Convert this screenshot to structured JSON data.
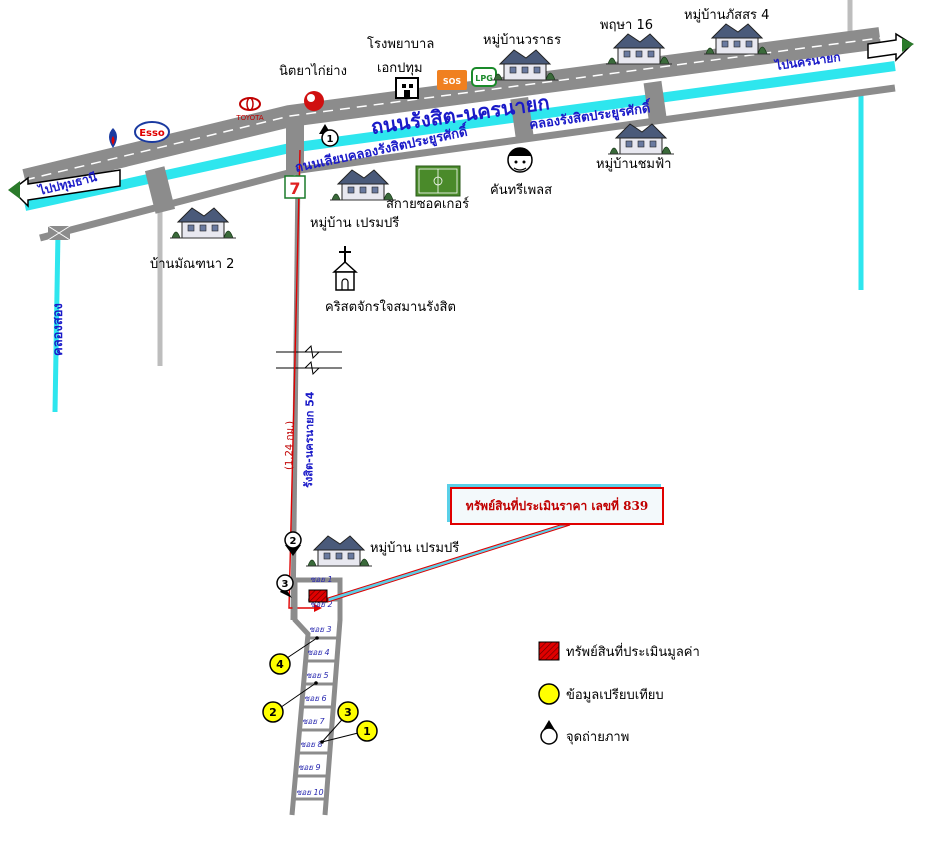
{
  "roads": {
    "main_road": "ถนนรังสิต-นครนายก",
    "frontage_road": "ถนนเลียบคลองรังสิตประยูรศักดิ์",
    "canal_main": "คลองรังสิตประยูรศักดิ์",
    "canal_song": "คลองสอง",
    "soi_54": "รังสิต-นครนายก 54",
    "distance": "(1.24 กม.)",
    "to_pathum": "ไปปทุมธานี",
    "to_nakhon": "ไปนครนายก"
  },
  "landmarks": {
    "hospital": "โรงพยาบาล",
    "hospital_name": "เอกปทุม",
    "nittaya": "นิตยาไก่ย่าง",
    "toyota": "TOYOTA",
    "esso": "Esso",
    "sos": "SOS",
    "lpg": "LPG",
    "village_warathorn": "หมู่บ้านวราธร",
    "pruksa16": "พฤษา 16",
    "village_passorn4": "หมู่บ้านภัสสร 4",
    "village_chomfa": "หมู่บ้านชมฟ้า",
    "kantree": "คันทรีเพลส",
    "soccer": "สกายซอคเกอร์",
    "village_prempree_top": "หมู่บ้าน เปรมปรี",
    "village_prempree_bottom": "หมู่บ้าน เปรมปรี",
    "manthana2": "บ้านมัณฑนา 2",
    "church": "คริสตจักรใจสมานรังสิต"
  },
  "callout": "ทรัพย์สินที่ประเมินราคา เลขที่ 839",
  "sois": [
    "ซอย 1",
    "ซอย 2",
    "ซอย 3",
    "ซอย 4",
    "ซอย 5",
    "ซอย 6",
    "ซอย 7",
    "ซอย 8",
    "ซอย 9",
    "ซอย 10"
  ],
  "photo_points": [
    "1",
    "2",
    "3"
  ],
  "comparables": [
    "1",
    "2",
    "3",
    "4"
  ],
  "legend": {
    "property": "ทรัพย์สินที่ประเมินมูลค่า",
    "comparable": "ข้อมูลเปรียบเทียบ",
    "photo": "จุดถ่ายภาพ"
  },
  "colors": {
    "road": "#8c8c8c",
    "road_lane": "#ffffff",
    "canal": "#2ee6ee",
    "route": "#e00000",
    "comparable": "#ffff00",
    "label_blue": "#1a1ac8"
  }
}
